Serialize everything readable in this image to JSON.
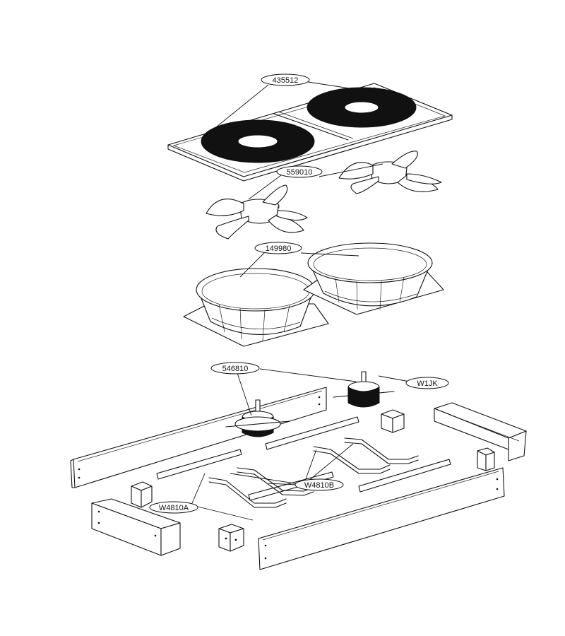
{
  "callouts": {
    "grille": "435512",
    "fan_blade": "559010",
    "shroud": "149980",
    "motor": "546810",
    "motor_part": "W1JK",
    "bracket_b": "W4810B",
    "bracket_a": "W4810A"
  },
  "colors": {
    "line": "#111111",
    "background": "#ffffff"
  }
}
